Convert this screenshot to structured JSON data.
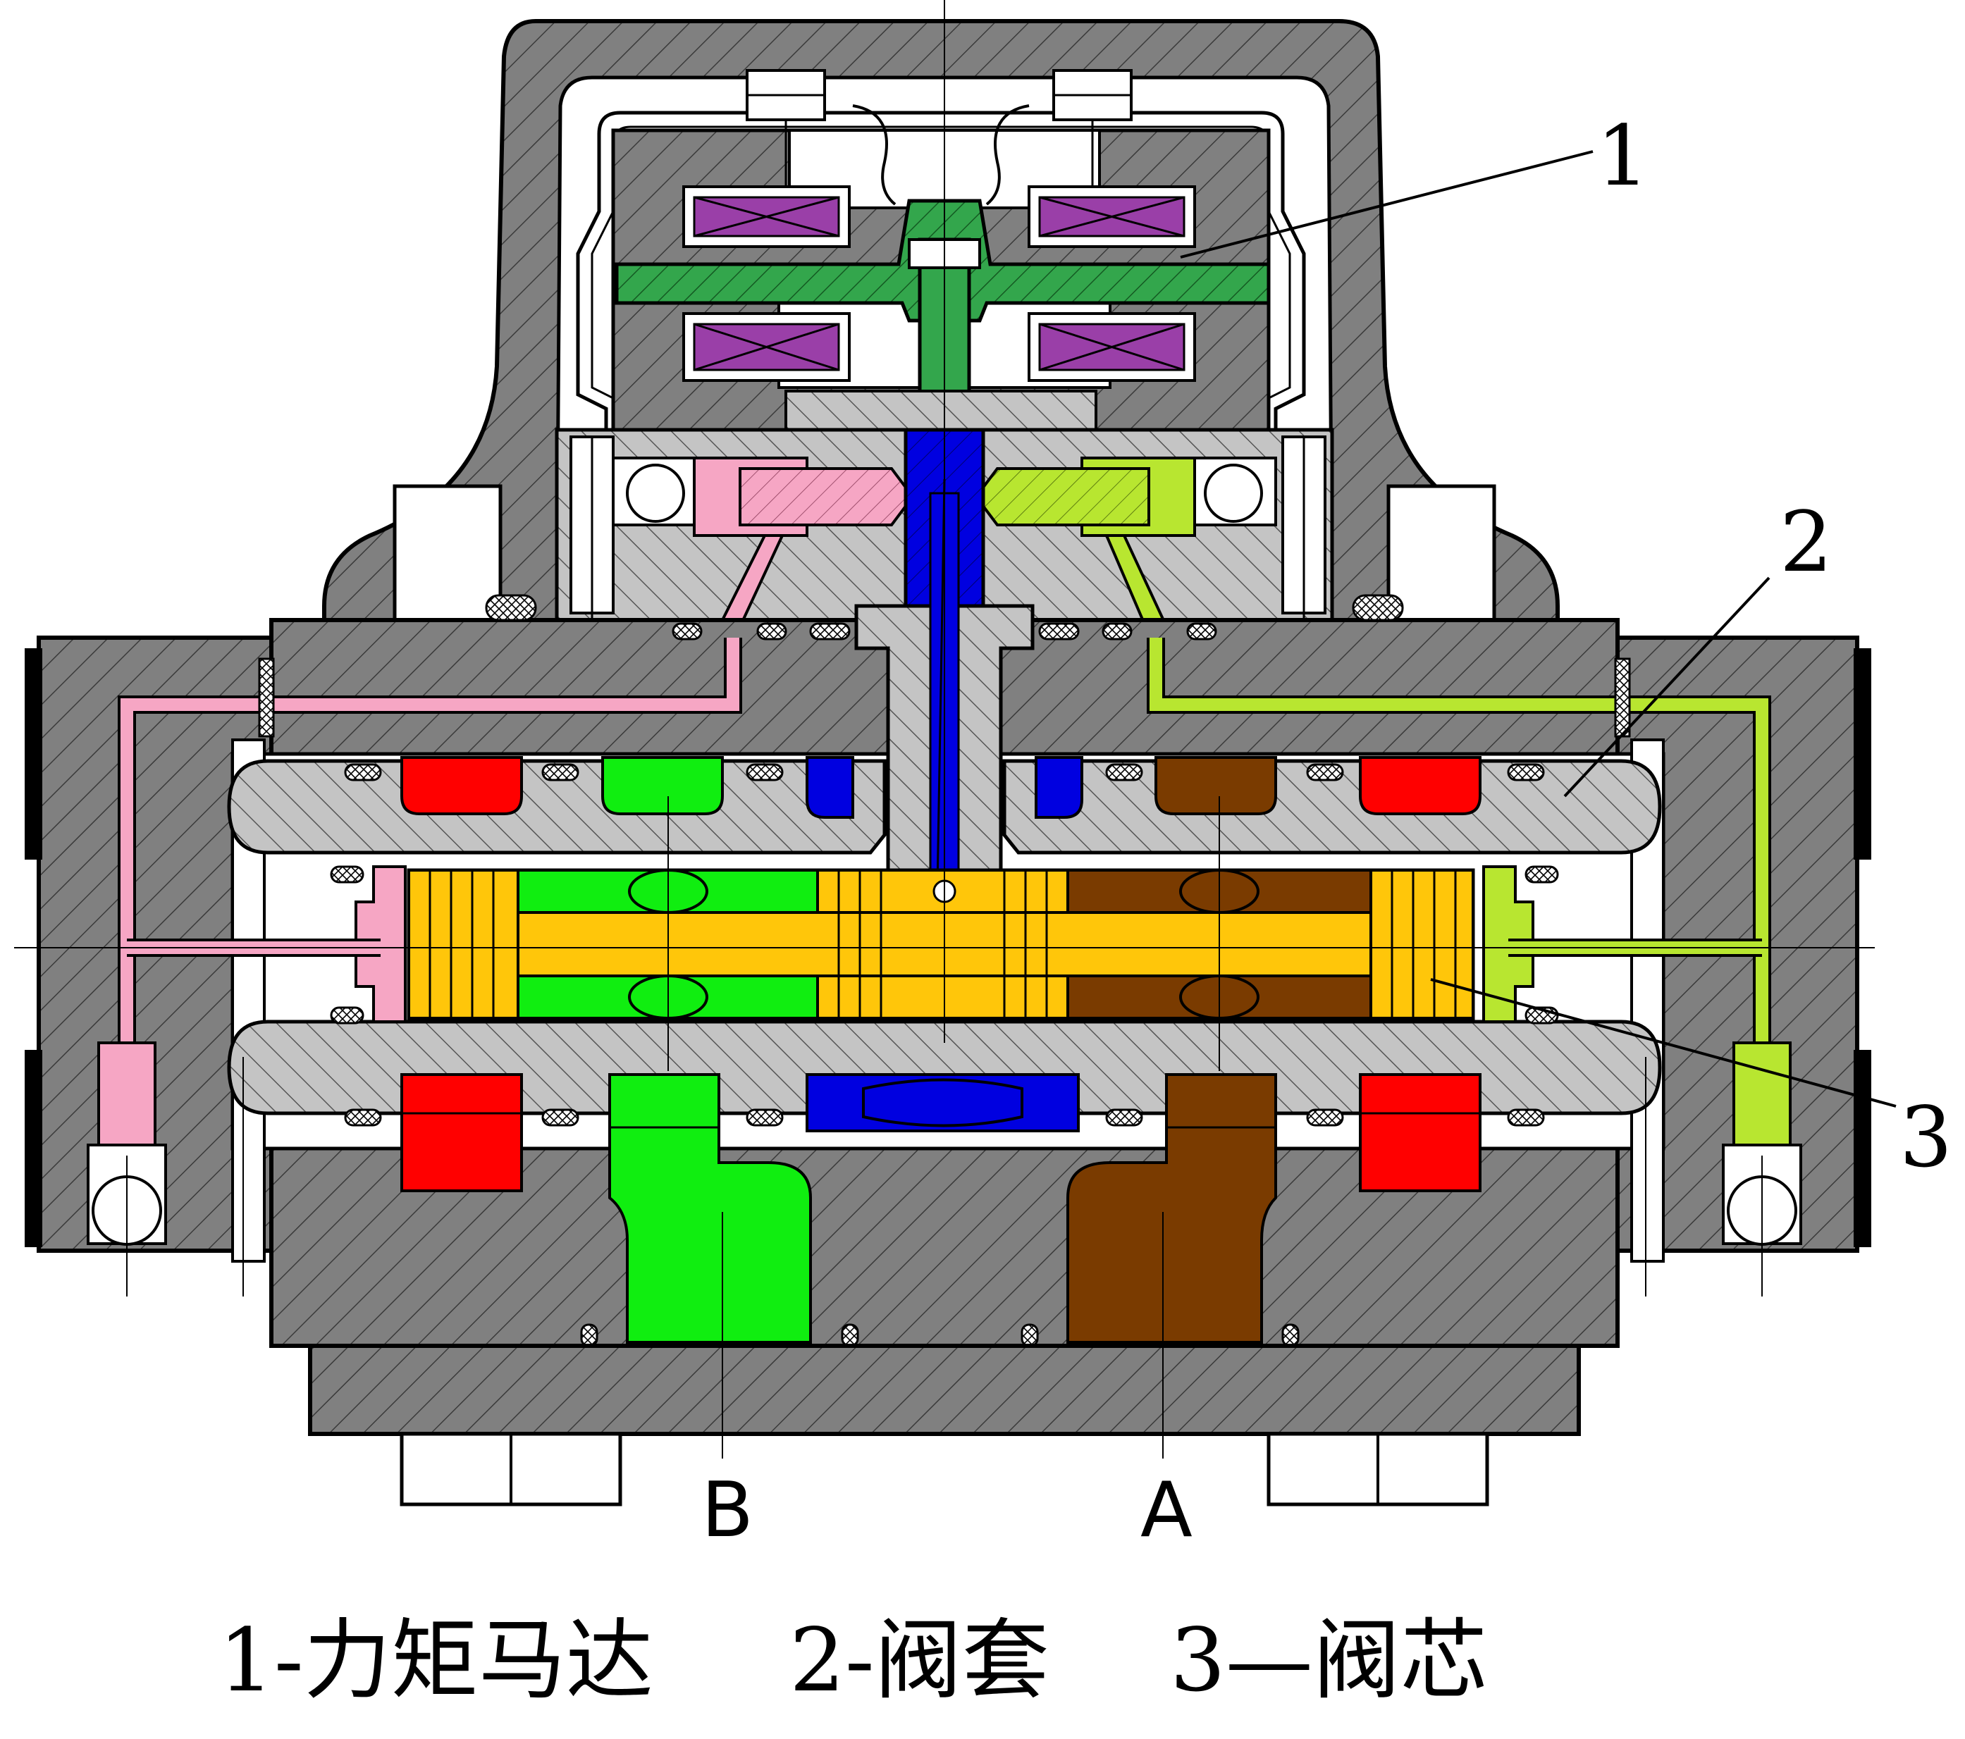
{
  "callouts": {
    "c1": "1",
    "c2": "2",
    "c3": "3"
  },
  "ports": {
    "b": "B",
    "a": "A"
  },
  "legend": {
    "item1": "1-力矩马达",
    "item2": "2-阀套",
    "item3": "3—阀芯"
  },
  "colors": {
    "body_gray": "#808080",
    "sleeve_gray": "#c0c0c0",
    "torque_motor_green": "#33a64c",
    "coil_purple": "#9a3fa8",
    "left_nozzle_pink": "#f6a6c4",
    "right_nozzle_lime": "#b8e630",
    "spool_yellow": "#ffc60a",
    "port_b_green": "#10ee10",
    "port_a_brown": "#7a3b00",
    "pressure_red": "#ff0000",
    "return_blue": "#0000e0"
  }
}
